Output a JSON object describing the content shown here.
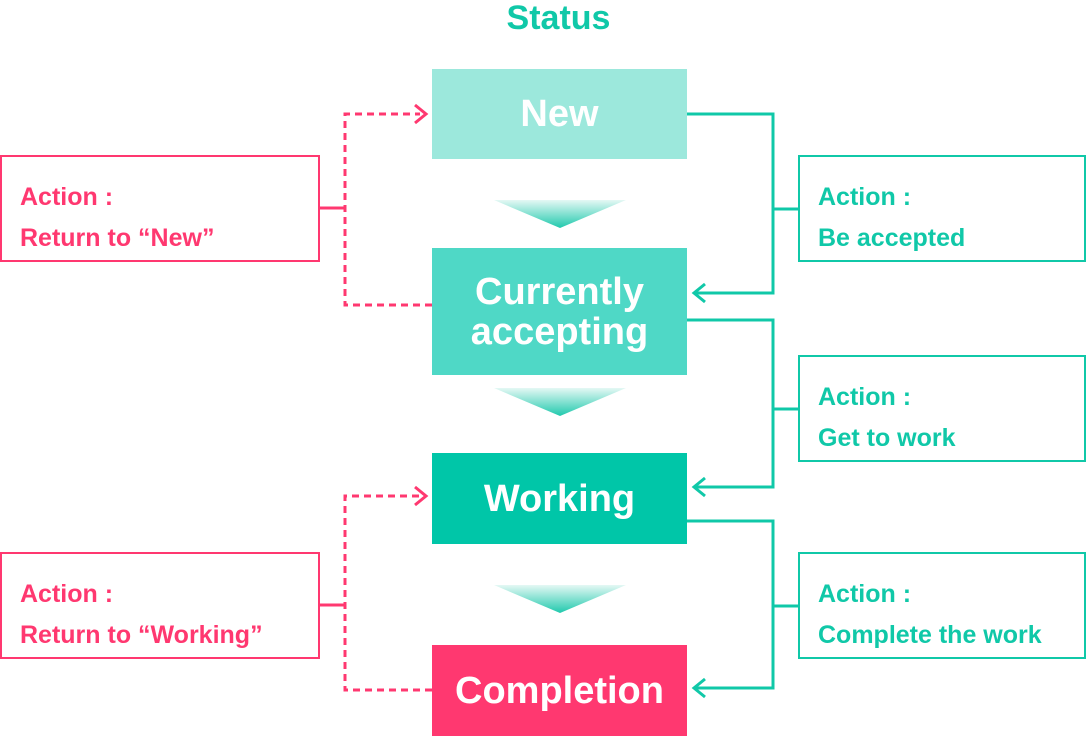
{
  "title": "Status",
  "colors": {
    "accent": "#10c8a8",
    "pink": "#ff3870",
    "status_new": "#9ce8dc",
    "status_accepting": "#4fd8c6",
    "status_working": "#00c6a8",
    "status_completion": "#ff3870"
  },
  "statuses": {
    "new": "New",
    "accepting_line1": "Currently",
    "accepting_line2": "accepting",
    "working": "Working",
    "completion": "Completion"
  },
  "actions": {
    "return_new": {
      "prefix": "Action :",
      "text": "Return to “New”"
    },
    "be_accepted": {
      "prefix": "Action :",
      "text": "Be accepted"
    },
    "get_to_work": {
      "prefix": "Action :",
      "text": "Get to work"
    },
    "return_working": {
      "prefix": "Action :",
      "text": "Return to “Working”"
    },
    "complete_work": {
      "prefix": "Action :",
      "text": "Complete the work"
    }
  }
}
